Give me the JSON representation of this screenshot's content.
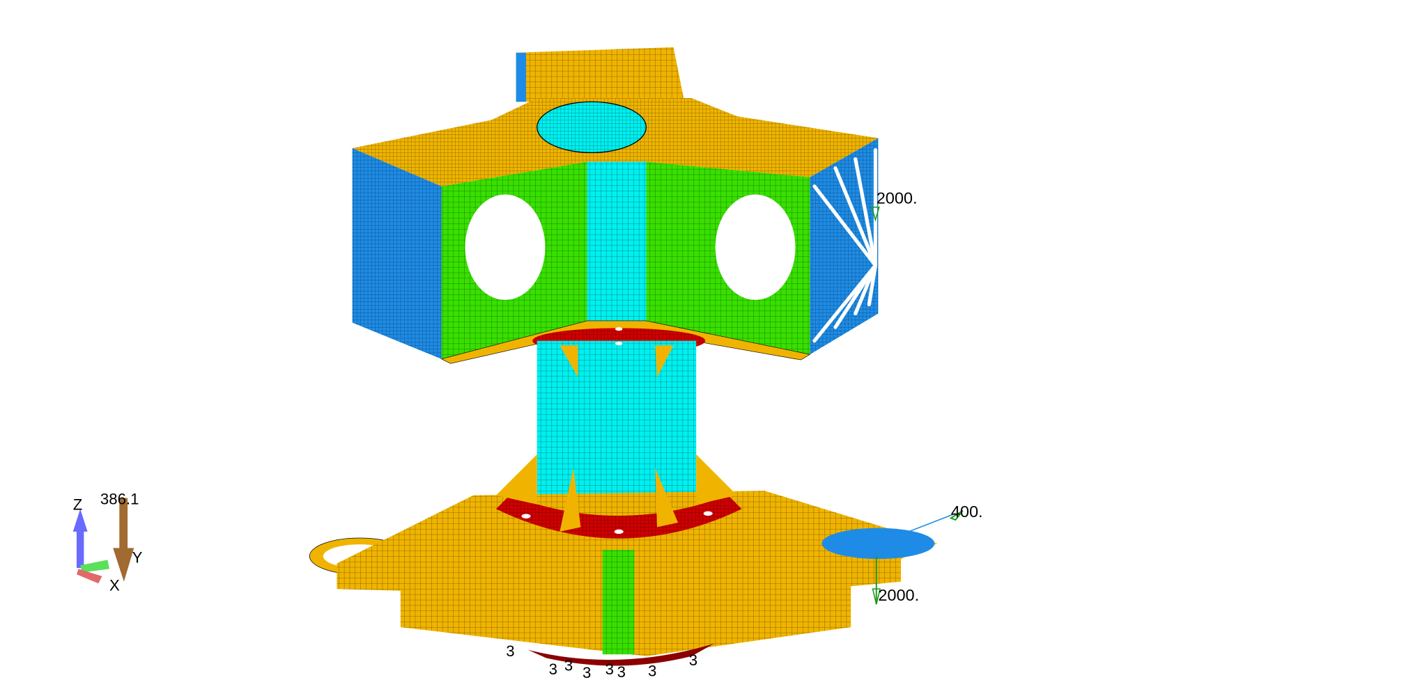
{
  "viewport": {
    "background": "#ffffff",
    "colors": {
      "gold": "#f0b400",
      "blue": "#1e8ce6",
      "green": "#38e000",
      "cyan": "#00f0f0",
      "red": "#d00000",
      "load_arrow": "#1a9a1a"
    }
  },
  "labels": {
    "force_top_right": "2000.",
    "force_bottom_right": "2000.",
    "force_side": "400.",
    "gravity_value": "386.1",
    "constraint_labels": [
      "3",
      "3",
      "3",
      "3",
      "3",
      "3",
      "3",
      "3"
    ]
  },
  "triad": {
    "x_label": "X",
    "y_label": "Y",
    "z_label": "Z"
  }
}
